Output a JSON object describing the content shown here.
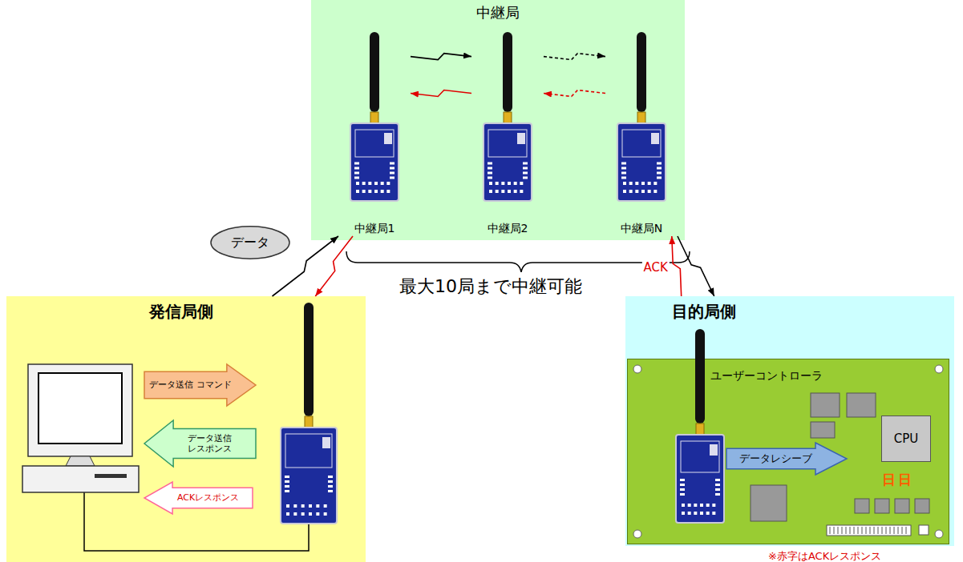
{
  "diagram": {
    "nodes": [
      {
        "text": [
          "中継局"
        ]
      },
      {
        "text": [
          "中継局1"
        ],
        "in": 0
      },
      {
        "text": [
          "中継局2"
        ],
        "in": 0
      },
      {
        "text": [
          "中継局N"
        ],
        "in": 0
      },
      {
        "text": [
          "データ"
        ]
      },
      {
        "text": [
          "発信局側"
        ]
      },
      {
        "text": [
          "データ送信 コマンド"
        ],
        "in": 5
      },
      {
        "text": [
          "データ送信 レスポンス"
        ],
        "in": 5
      },
      {
        "text": [
          "ACKレスポンス"
        ],
        "in": 5
      },
      {
        "text": [
          "目的局側"
        ]
      },
      {
        "text": [
          "ユーザーコントローラ"
        ],
        "in": 9
      },
      {
        "text": [
          "データレシーブ"
        ],
        "in": 10
      },
      {
        "text": [
          "CPU"
        ],
        "in": 10
      }
    ],
    "edges": [
      {
        "from": 5,
        "to": 1,
        "arrow": "to"
      },
      {
        "from": 1,
        "to": 5,
        "arrow": "to"
      },
      {
        "from": 1,
        "to": 2,
        "arrow": "to"
      },
      {
        "from": 2,
        "to": 1,
        "arrow": "to"
      },
      {
        "from": 2,
        "to": 3,
        "arrow": "to"
      },
      {
        "from": 3,
        "to": 2,
        "arrow": "to"
      },
      {
        "from": 3,
        "to": 9,
        "arrow": "to"
      },
      {
        "from": 9,
        "to": 3,
        "arrow": "to",
        "label": "ACK"
      }
    ],
    "labels": [
      "最大10局まで中継可能",
      "日",
      "日",
      "※赤字はACKレスポンス"
    ]
  }
}
